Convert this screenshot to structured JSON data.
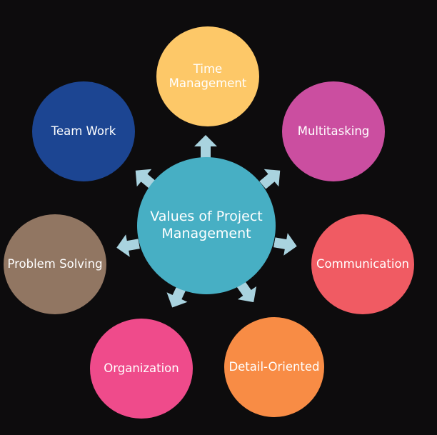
{
  "diagram": {
    "center": {
      "label": "Values of Project\nManagement",
      "color": "#47afc4"
    },
    "nodes": [
      {
        "id": "time-management",
        "label": "Time\nManagement",
        "color": "#fdc868"
      },
      {
        "id": "multitasking",
        "label": "Multitasking",
        "color": "#cb4ea0"
      },
      {
        "id": "communication",
        "label": "Communication",
        "color": "#f05b63"
      },
      {
        "id": "detail-oriented",
        "label": "Detail-Oriented",
        "color": "#f88c45"
      },
      {
        "id": "organization",
        "label": "Organization",
        "color": "#ef4b8b"
      },
      {
        "id": "problem-solving",
        "label": "Problem Solving",
        "color": "#917662"
      },
      {
        "id": "team-work",
        "label": "Team Work",
        "color": "#1c4592"
      }
    ],
    "arrow_color": "#a9d3df",
    "background": "#0d0c0d"
  }
}
